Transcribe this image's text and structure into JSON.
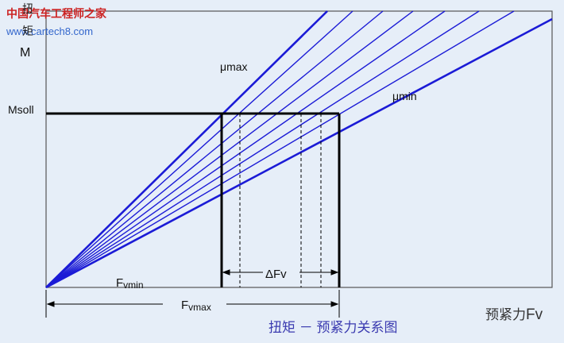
{
  "watermark": {
    "line1": "中国汽车工程师之家",
    "line2": "www.cartech8.com"
  },
  "axis": {
    "y_label_top": "扭",
    "y_label_mid": "矩",
    "y_label_M": "M",
    "x_label_cn": "预紧力",
    "x_label_sym": "Fv"
  },
  "labels": {
    "mu_max": "μmax",
    "mu_min": "μmin",
    "msoll": "Msoll",
    "fvmin_main": "F",
    "fvmin_sub": "vmin",
    "fvmax_main": "F",
    "fvmax_sub": "vmax",
    "delta_fv": "ΔFv"
  },
  "caption": "扭矩 － 预紧力关系图",
  "colors": {
    "background": "#e6eef8",
    "lines": "#1b1bd6",
    "frame": "#000000",
    "caption": "#3b3bb0",
    "watermark_cn": "#cc2222",
    "watermark_url": "#3366cc"
  }
}
